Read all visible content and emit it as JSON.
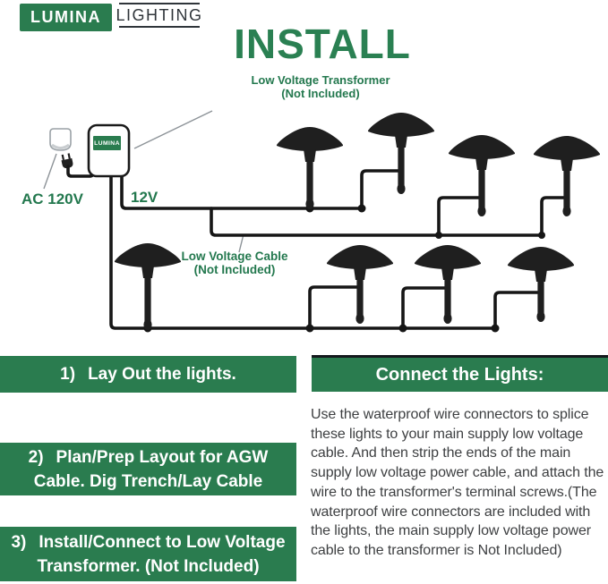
{
  "colors": {
    "brand_green": "#2a7c4f",
    "text_green": "#23784e",
    "title_green": "#2a8052",
    "ink": "#161616",
    "body_ink": "#3d3f41",
    "suffix_ink": "#2f353a"
  },
  "header": {
    "brand": "LUMINA",
    "brand_suffix": "LIGHTING",
    "title": "INSTALL"
  },
  "diagram": {
    "transformer_label": [
      "Low Voltage Transformer",
      "(Not Included)"
    ],
    "transformer_brand": "LUMINA",
    "ac_label": "AC 120V",
    "dc_label": "12V",
    "cable_label": [
      "Low Voltage Cable",
      "(Not Included)"
    ],
    "light_count": 8
  },
  "steps": [
    {
      "label": "1)",
      "lines": [
        "Lay Out the lights."
      ]
    },
    {
      "label": "2)",
      "lines": [
        "Plan/Prep Layout for AGW",
        "Cable. Dig Trench/Lay Cable"
      ]
    },
    {
      "label": "3)",
      "lines": [
        "Install/Connect to Low Voltage",
        "Transformer.  (Not Included)"
      ]
    }
  ],
  "connect_section": {
    "heading": "Connect the Lights:",
    "body": "Use the waterproof wire connectors to splice these lights to your main supply low voltage cable. And then strip the ends of the main supply low voltage power cable, and attach the wire to the transformer's terminal screws.(The waterproof wire connectors are included with the lights, the main supply low voltage power cable to the transformer is Not Included)"
  }
}
